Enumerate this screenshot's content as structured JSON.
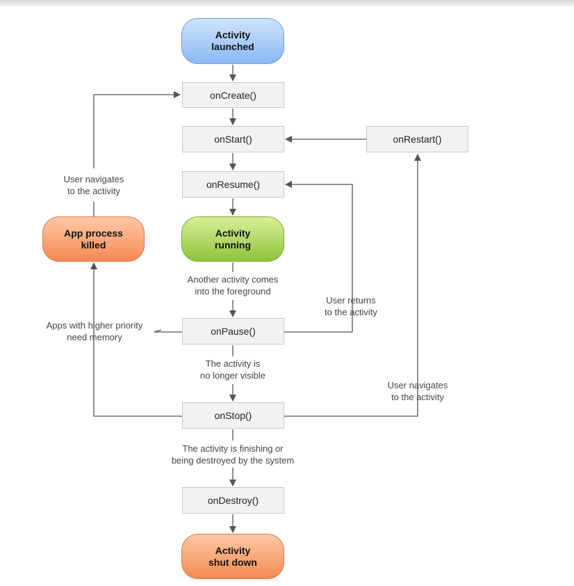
{
  "states": {
    "launched": "Activity\nlaunched",
    "running": "Activity\nrunning",
    "killed": "App process\nkilled",
    "shutdown": "Activity\nshut down"
  },
  "callbacks": {
    "create": "onCreate()",
    "start": "onStart()",
    "restart": "onRestart()",
    "resume": "onResume()",
    "pause": "onPause()",
    "stop": "onStop()",
    "destroy": "onDestroy()"
  },
  "labels": {
    "nav_to_activity_left": "User navigates\nto the activity",
    "another_activity": "Another activity comes\ninto the foreground",
    "user_returns": "User returns\nto the activity",
    "higher_priority": "Apps with higher priority\nneed memory",
    "no_longer_visible": "The activity is\nno longer visible",
    "nav_to_activity_right": "User navigates\nto the activity",
    "finishing": "The activity is finishing or\nbeing destroyed by the system"
  },
  "colors": {
    "launched": "#8bb8f2",
    "running": "#8fc43a",
    "killed": "#f48a53",
    "shutdown": "#f48a53",
    "connector": "#555555"
  }
}
